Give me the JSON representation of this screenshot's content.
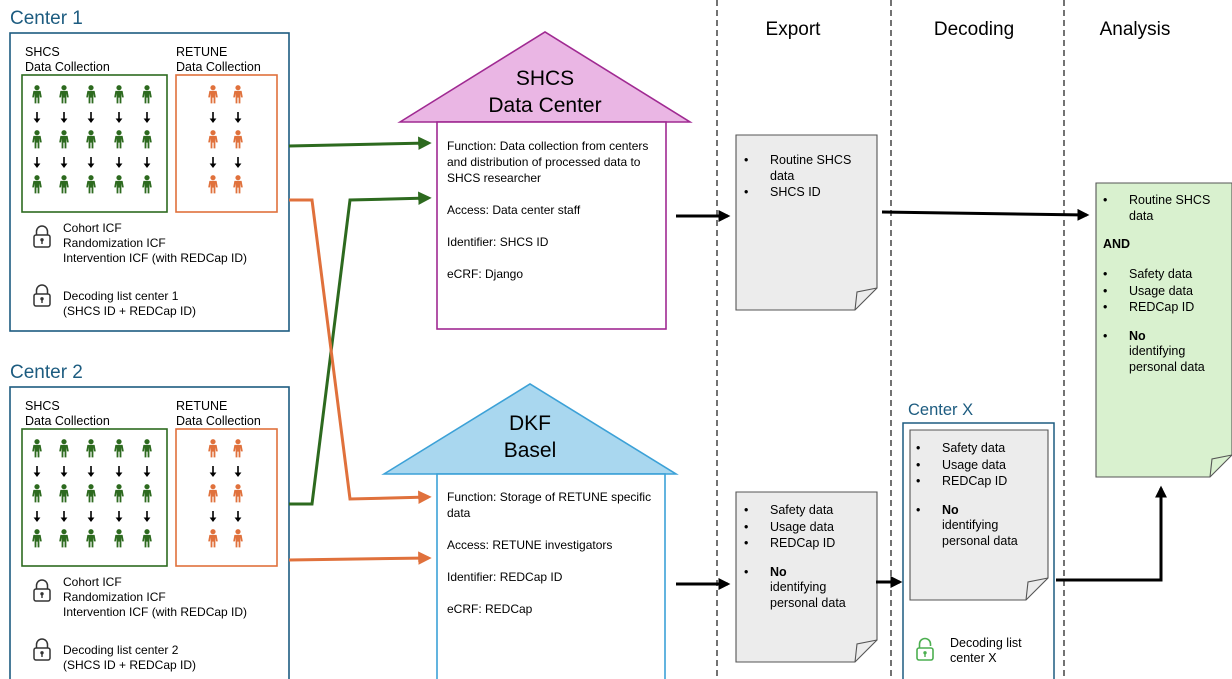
{
  "center1": {
    "title": "Center 1",
    "shcs_label": [
      "SHCS",
      "Data Collection"
    ],
    "retune_label": [
      "RETUNE",
      "Data Collection"
    ],
    "consents": [
      "Cohort ICF",
      "Randomization ICF",
      "Intervention ICF (with REDCap ID)"
    ],
    "decoding": [
      "Decoding list center 1",
      "(SHCS ID + REDCap ID)"
    ]
  },
  "center2": {
    "title": "Center 2",
    "shcs_label": [
      "SHCS",
      "Data Collection"
    ],
    "retune_label": [
      "RETUNE",
      "Data Collection"
    ],
    "consents": [
      "Cohort ICF",
      "Randomization ICF",
      "Intervention ICF (with REDCap ID)"
    ],
    "decoding": [
      "Decoding list center 2",
      "(SHCS ID + REDCap ID)"
    ]
  },
  "shcs_house": {
    "title": [
      "SHCS",
      "Data Center"
    ],
    "function": "Function: Data collection from centers and distribution of processed data to SHCS researcher",
    "access": "Access: Data center staff",
    "identifier": "Identifier: SHCS ID",
    "ecrf": "eCRF: Django"
  },
  "dkf_house": {
    "title": [
      "DKF",
      "Basel"
    ],
    "function": "Function: Storage of RETUNE specific data",
    "access": "Access: RETUNE investigators",
    "identifier": "Identifier: REDCap ID",
    "ecrf": "eCRF: REDCap"
  },
  "phases": {
    "export": "Export",
    "decoding": "Decoding",
    "analysis": "Analysis"
  },
  "export_shcs_doc": [
    "Routine SHCS data",
    "SHCS ID"
  ],
  "export_dkf_doc": {
    "items": [
      "Safety data",
      "Usage data",
      "REDCap ID"
    ],
    "negative_bold": "No",
    "negative_text": "identifying personal data"
  },
  "centerx": {
    "title": "Center X",
    "items": [
      "Safety data",
      "Usage data",
      "REDCap ID"
    ],
    "negative_bold": "No",
    "negative_text": "identifying personal data",
    "decoding": [
      "Decoding list",
      "center X"
    ]
  },
  "analysis_doc": {
    "item1": "Routine SHCS data",
    "and": "AND",
    "items": [
      "Safety data",
      "Usage data",
      "REDCap ID"
    ],
    "negative_bold": "No",
    "negative_text": "identifying personal data"
  },
  "colors": {
    "green": "#2d6a1f",
    "orange": "#e0713c",
    "blue_dark": "#1d5c80",
    "purple": "#a02a92",
    "pink_fill": "#eab6e4",
    "light_blue_fill": "#a9d7ef",
    "light_blue_stroke": "#3ca1d7",
    "green_fill": "#d9f1cf",
    "doc_fill": "#ececec"
  }
}
